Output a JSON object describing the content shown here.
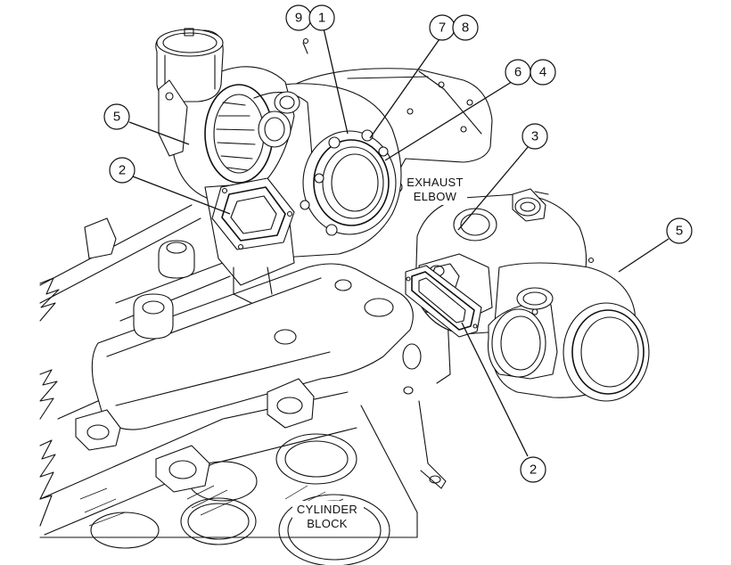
{
  "diagram": {
    "callouts": {
      "c9": "9",
      "c1": "1",
      "c7": "7",
      "c8": "8",
      "c6": "6",
      "c4": "4",
      "c5_left": "5",
      "c3": "3",
      "c2_left": "2",
      "c5_right": "5",
      "c2_bottom": "2"
    },
    "labels": {
      "exhaust_line1": "EXHAUST",
      "exhaust_line2": "ELBOW",
      "cylinder_line1": "CYLINDER",
      "cylinder_line2": "BLOCK"
    }
  }
}
